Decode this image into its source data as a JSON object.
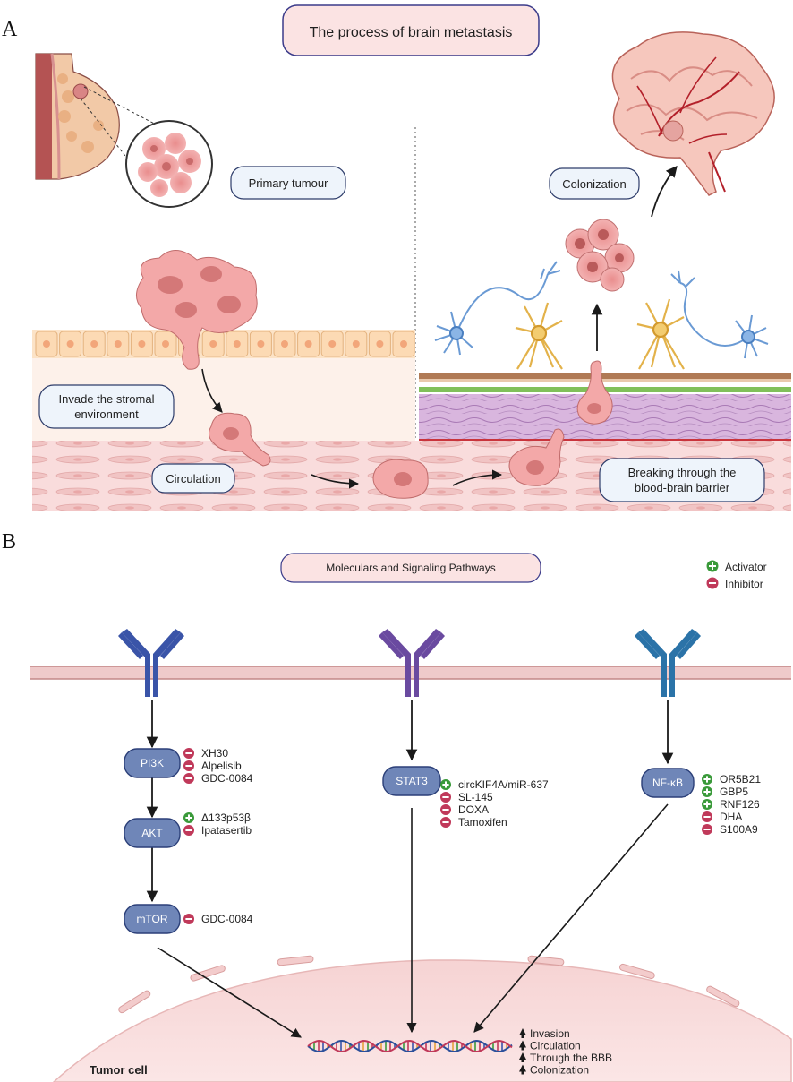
{
  "panels": {
    "a": "A",
    "b": "B"
  },
  "panel_a": {
    "title": "The process of brain metastasis",
    "labels": {
      "primary": "Primary tumour",
      "colonization": "Colonization",
      "invade_line1": "Invade the stromal",
      "invade_line2": "environment",
      "circulation": "Circulation",
      "bbb_line1": "Breaking through the",
      "bbb_line2": "blood-brain barrier"
    }
  },
  "panel_b": {
    "title": "Moleculars and Signaling Pathways",
    "legend": {
      "activator": "Activator",
      "inhibitor": "Inhibitor"
    },
    "nodes": {
      "pi3k": "PI3K",
      "akt": "AKT",
      "mtor": "mTOR",
      "stat3": "STAT3",
      "nfkb": "NF-κB"
    },
    "regulators": {
      "pi3k": [
        {
          "type": "inhibitor",
          "name": "XH30"
        },
        {
          "type": "inhibitor",
          "name": "Alpelisib"
        },
        {
          "type": "inhibitor",
          "name": "GDC-0084"
        }
      ],
      "akt": [
        {
          "type": "activator",
          "name": "Δ133p53β"
        },
        {
          "type": "inhibitor",
          "name": "Ipatasertib"
        }
      ],
      "mtor": [
        {
          "type": "inhibitor",
          "name": "GDC-0084"
        }
      ],
      "stat3": [
        {
          "type": "activator",
          "name": "circKIF4A/miR-637"
        },
        {
          "type": "inhibitor",
          "name": "SL-145"
        },
        {
          "type": "inhibitor",
          "name": "DOXA"
        },
        {
          "type": "inhibitor",
          "name": "Tamoxifen"
        }
      ],
      "nfkb": [
        {
          "type": "activator",
          "name": "OR5B21"
        },
        {
          "type": "activator",
          "name": "GBP5"
        },
        {
          "type": "activator",
          "name": "RNF126"
        },
        {
          "type": "inhibitor",
          "name": "DHA"
        },
        {
          "type": "inhibitor",
          "name": "S100A9"
        }
      ]
    },
    "outcomes": [
      "Invasion",
      "Circulation",
      "Through the BBB",
      "Colonization"
    ],
    "tumor_cell_label": "Tumor cell"
  },
  "colors": {
    "activator": "#3a9a3a",
    "inhibitor": "#c0395a",
    "node_fill": "#6f86b8",
    "pill_fill": "#f8e4e4",
    "title_border": "#3b3b8a",
    "membrane": "#e9b9b9",
    "receptor_left": "#3a54a8",
    "receptor_mid": "#6a4aa0",
    "receptor_right": "#2b73a8"
  }
}
